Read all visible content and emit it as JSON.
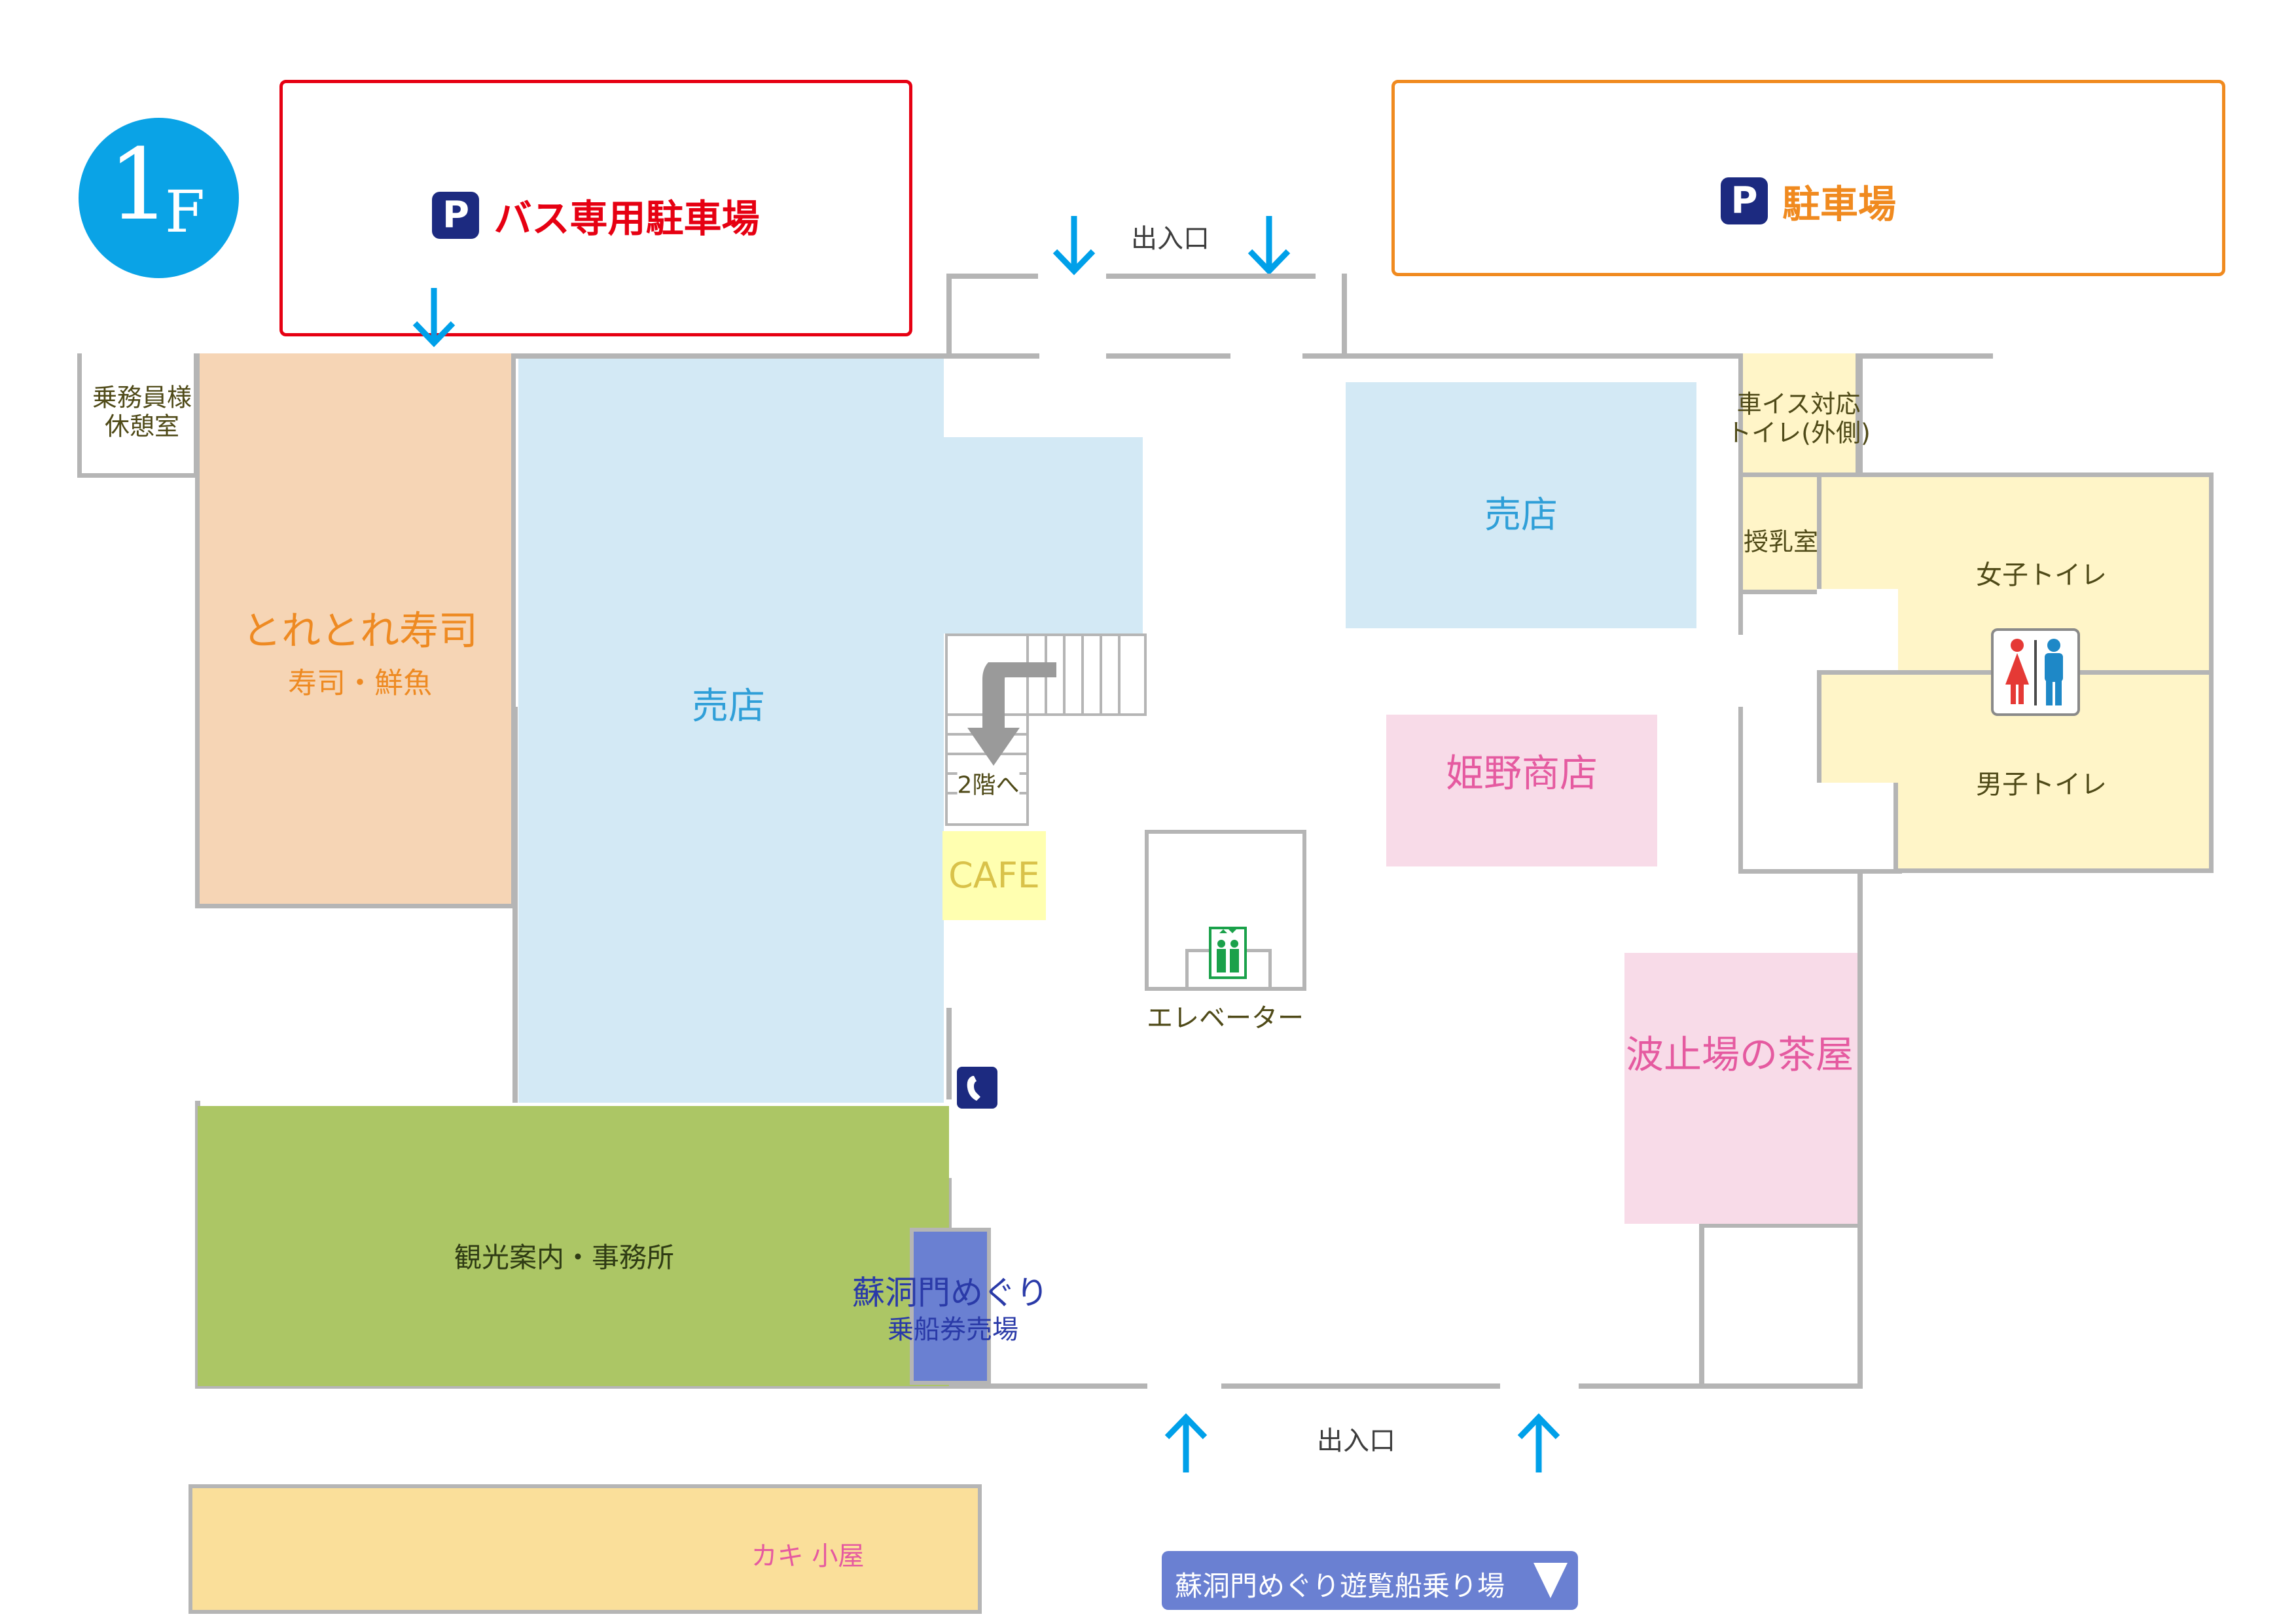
{
  "floor_badge": {
    "main": "1",
    "suffix": "F"
  },
  "parking": {
    "bus": {
      "symbol": "P",
      "label": "バス専用駐車場"
    },
    "general": {
      "symbol": "P",
      "label": "駐車場"
    }
  },
  "entrance_top": "出入口",
  "entrance_bottom": "出入口",
  "rooms": {
    "crew_rest": {
      "line1": "乗務員様",
      "line2": "休憩室"
    },
    "sushi": {
      "name": "とれとれ寿司",
      "sub": "寿司・鮮魚"
    },
    "shop_left": "売店",
    "shop_right": "売店",
    "stairs": "2階へ",
    "cafe": "CAFE",
    "himeno": "姫野商店",
    "elevator": "エレベーター",
    "hatoba": "波止場の茶屋",
    "tourist_info": "観光案内・事務所",
    "ticket": {
      "line1": "蘇洞門めぐり",
      "line2": "乗船券売場"
    },
    "wheelchair_toilet": {
      "line1": "車イス対応",
      "line2": "トイレ(外側)"
    },
    "nursing": "授乳室",
    "womens_toilet": "女子トイレ",
    "mens_toilet": "男子トイレ",
    "oyster_hut": "カキ 小屋"
  },
  "boarding_banner": "蘇洞門めぐり遊覧船乗り場",
  "colors": {
    "sushi": "#f6d5b5",
    "shop": "#d3e9f5",
    "cafe": "#ffffb0",
    "pink": "#f8dbe8",
    "info": "#acc665",
    "ticket": "#6a80d2",
    "toilet": "#fff5c8",
    "oyster": "#fadf9a",
    "bus_border": "#e60012",
    "parking_border": "#f08a1f",
    "arrow": "#00a0e9",
    "badge": "#0aa3e6"
  }
}
